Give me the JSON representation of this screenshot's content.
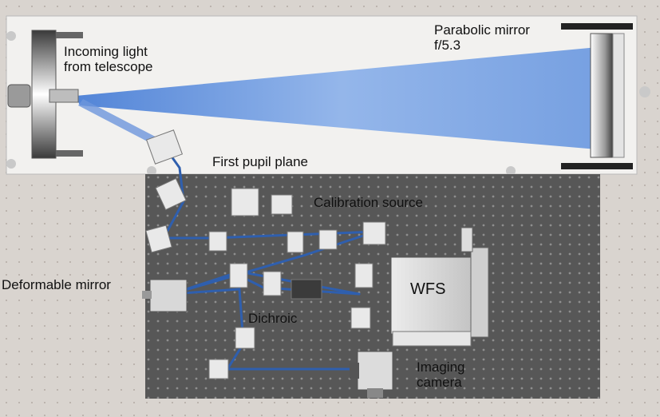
{
  "labels": {
    "incoming": [
      "Incoming light",
      "from telescope"
    ],
    "parabolic": [
      "Parabolic mirror",
      "f/5.3"
    ],
    "first_pupil": "First pupil plane",
    "calibration": "Calibration source",
    "deformable": "Deformable mirror",
    "wfs": "WFS",
    "dichroic": "Dichroic",
    "imaging": [
      "Imaging",
      "camera"
    ]
  },
  "colors": {
    "beam": "#2f5fae",
    "beam_light": "#8fb0e8",
    "breadboard": "#575757",
    "plate": "#f2f1ef",
    "background": "#d9d4cf"
  }
}
